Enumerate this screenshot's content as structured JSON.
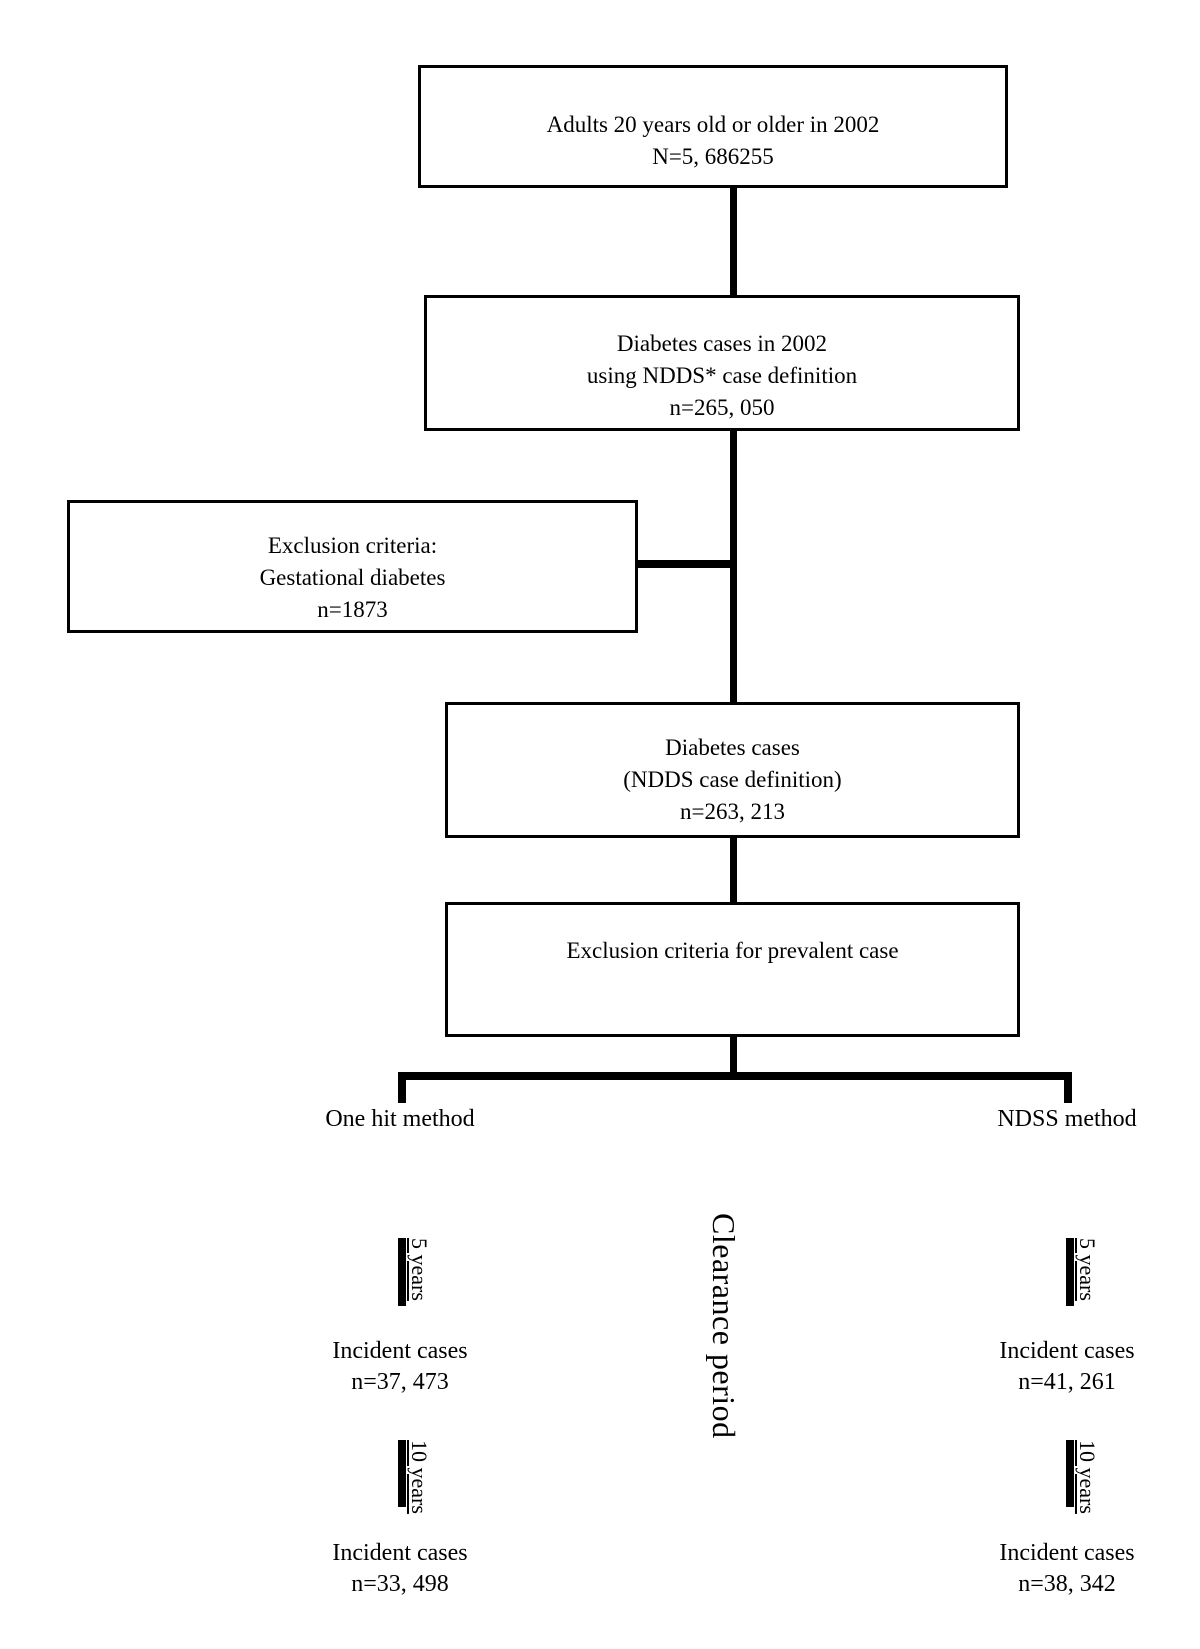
{
  "flowchart": {
    "boxes": {
      "population": {
        "line1": "Adults 20 years old or older in 2002",
        "line2": "N=5, 686255"
      },
      "diabetes_2002": {
        "line1": "Diabetes cases in 2002",
        "line2": "using NDDS* case definition",
        "line3": "n=265, 050"
      },
      "exclusion_gestational": {
        "line1": "Exclusion criteria:",
        "line2": "Gestational diabetes",
        "line3": "n=1873"
      },
      "diabetes_ndds": {
        "line1": "Diabetes cases",
        "line2": "(NDDS case definition)",
        "line3": "n=263, 213"
      },
      "exclusion_prevalent": {
        "line1": "Exclusion criteria for prevalent case"
      }
    },
    "branches": {
      "left_method_label": "One hit method",
      "right_method_label": "NDSS method",
      "clearance_label": "Clearance period",
      "left": [
        {
          "period": "5 years",
          "line1": "Incident cases",
          "line2": "n=37, 473"
        },
        {
          "period": "10 years",
          "line1": "Incident cases",
          "line2": "n=33, 498"
        }
      ],
      "right": [
        {
          "period": "5 years",
          "line1": "Incident cases",
          "line2": "n=41, 261"
        },
        {
          "period": "10 years",
          "line1": "Incident cases",
          "line2": "n=38, 342"
        }
      ]
    },
    "colors": {
      "line": "#000000",
      "background": "#ffffff"
    }
  }
}
